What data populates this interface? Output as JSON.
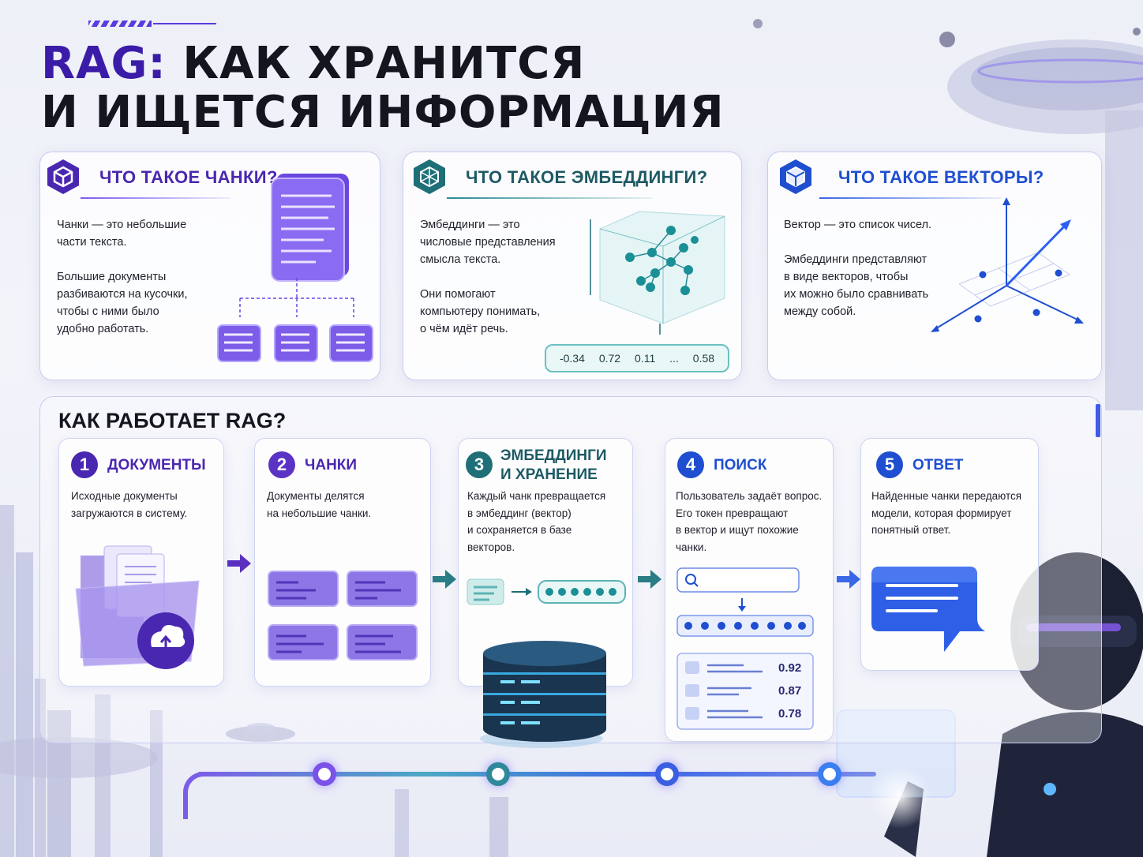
{
  "title": {
    "accent": "RAG:",
    "line1_rest": " КАК ХРАНИТСЯ",
    "line2": "И ИЩЕТСЯ  ИНФОРМАЦИЯ"
  },
  "cards": {
    "chunks": {
      "title": "ЧТО ТАКОЕ ЧАНКИ?",
      "text1": "Чанки — это небольшие\nчасти текста.",
      "text2": "Большие документы\nразбиваются на кусочки,\nчтобы с ними было\nудобно работать.",
      "icon": "cube-icon"
    },
    "embeddings": {
      "title": "ЧТО ТАКОЕ ЭМБЕДДИНГИ?",
      "text1": "Эмбеддинги — это\nчисловые представления\nсмысла текста.",
      "text2": "Они помогают\nкомпьютеру понимать,\nо чём идёт речь.",
      "vector": [
        "-0.34",
        "0.72",
        "0.11",
        "...",
        "0.58"
      ],
      "icon": "network-cube-icon"
    },
    "vectors": {
      "title": "ЧТО ТАКОЕ ВЕКТОРЫ?",
      "text1": "Вектор — это список чисел.",
      "text2": "Эмбеддинги представляют\nв виде векторов, чтобы\nих можно было сравнивать\nмежду собой.",
      "icon": "box-icon"
    }
  },
  "rag": {
    "title": "КАК РАБОТАЕТ RAG?",
    "steps": [
      {
        "num": "1",
        "title": "ДОКУМЕНТЫ",
        "text": "Исходные документы\nзагружаются в систему."
      },
      {
        "num": "2",
        "title": "ЧАНКИ",
        "text": "Документы делятся\nна небольшие чанки."
      },
      {
        "num": "3",
        "title": "ЭМБЕДДИНГИ\nИ ХРАНЕНИЕ",
        "text": "Каждый чанк превращается\nв эмбеддинг (вектор)\nи сохраняется в базе\nвекторов."
      },
      {
        "num": "4",
        "title": "ПОИСК",
        "text": "Пользователь задаёт вопрос.\nЕго токен превращают\nв вектор и ищут похожие\nчанки."
      },
      {
        "num": "5",
        "title": "ОТВЕТ",
        "text": "Найденные чанки передаются\nмодели, которая формирует\nпонятный ответ."
      }
    ],
    "scores": [
      "0.92",
      "0.87",
      "0.78"
    ]
  },
  "colors": {
    "purple": "#4a27b0",
    "teal": "#1e6f78",
    "blue": "#1f4fd0",
    "accent": "#3b1ca8"
  }
}
